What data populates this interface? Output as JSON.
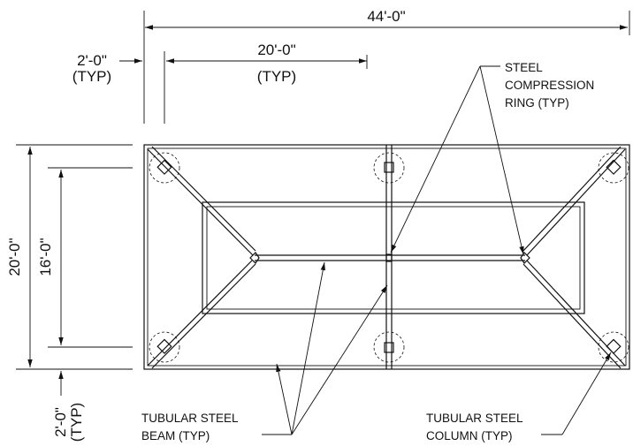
{
  "dimensions": {
    "overall_length": "44'-0\"",
    "overhang_top": "2'-0\"",
    "overhang_top_typ": "(TYP)",
    "bay_length": "20'-0\"",
    "bay_length_typ": "(TYP)",
    "overall_width": "20'-0\"",
    "inner_width": "16'-0\"",
    "overhang_bottom": "2'-0\"",
    "overhang_bottom_typ": "(TYP)"
  },
  "notes": {
    "compression_ring": [
      "STEEL",
      "COMPRESSION",
      "RING (TYP)"
    ],
    "beam": [
      "TUBULAR STEEL",
      "BEAM (TYP)"
    ],
    "column": [
      "TUBULAR STEEL",
      "COLUMN (TYP)"
    ]
  }
}
